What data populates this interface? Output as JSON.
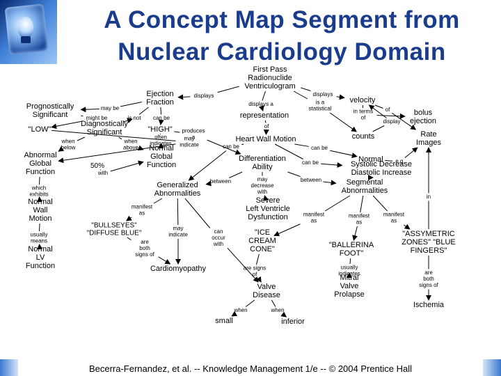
{
  "slide": {
    "title_line1": "A Concept Map Segment from",
    "title_line2": "Nuclear Cardiology Domain",
    "footer": "Becerra-Fernandez, et al. -- Knowledge Management 1/e -- © 2004 Prentice Hall"
  },
  "colors": {
    "title": "#1a3c8c"
  },
  "icons": [
    "lightbulb-logo-icon"
  ],
  "concepts": [
    {
      "id": "fprv",
      "lines": [
        "First Pass",
        "Radionuclide",
        "Ventriculogram"
      ]
    },
    {
      "id": "ef",
      "lines": [
        "Ejection",
        "Fraction"
      ]
    },
    {
      "id": "velocity",
      "lines": [
        "velocity"
      ]
    },
    {
      "id": "bolus",
      "lines": [
        "bolus",
        "ejection"
      ]
    },
    {
      "id": "rate",
      "lines": [
        "Rate",
        "Images"
      ]
    },
    {
      "id": "repr",
      "lines": [
        "representation"
      ]
    },
    {
      "id": "counts",
      "lines": [
        "counts"
      ]
    },
    {
      "id": "prog",
      "lines": [
        "Prognostically",
        "Significant"
      ]
    },
    {
      "id": "low",
      "lines": [
        "\"LOW\""
      ]
    },
    {
      "id": "diag",
      "lines": [
        "Diagnostically",
        "Significant"
      ]
    },
    {
      "id": "high",
      "lines": [
        "\"HIGH\""
      ]
    },
    {
      "id": "hwm",
      "lines": [
        "Heart Wall Motion"
      ]
    },
    {
      "id": "normal",
      "lines": [
        "Normal"
      ]
    },
    {
      "id": "agf",
      "lines": [
        "Abnormal",
        "Global",
        "Function"
      ]
    },
    {
      "id": "ngf",
      "lines": [
        "Normal",
        "Global",
        "Function"
      ]
    },
    {
      "id": "pct50",
      "lines": [
        "50%"
      ]
    },
    {
      "id": "diffab",
      "lines": [
        "Differentiation",
        "Ability"
      ]
    },
    {
      "id": "sysdia",
      "lines": [
        "Systolic Decrease",
        "Diastolic Increase"
      ]
    },
    {
      "id": "genab",
      "lines": [
        "Generalized",
        "Abnormalities"
      ]
    },
    {
      "id": "segab",
      "lines": [
        "Segmental",
        "Abnormalities"
      ]
    },
    {
      "id": "nwm",
      "lines": [
        "Normal",
        "Wall",
        "Motion"
      ]
    },
    {
      "id": "slvd",
      "lines": [
        "Severe",
        "Left Ventricle",
        "Dysfunction"
      ]
    },
    {
      "id": "bulls",
      "lines": [
        "\"BULLSEYES\"",
        "\"DIFFUSE BLUE\""
      ]
    },
    {
      "id": "icecream",
      "lines": [
        "\"ICE",
        "CREAM",
        "CONE\""
      ]
    },
    {
      "id": "ballerina",
      "lines": [
        "\"BALLERINA",
        "FOOT\""
      ]
    },
    {
      "id": "assym",
      "lines": [
        "\"ASSYMETRIC",
        "ZONES\" \"BLUE",
        "FINGERS\""
      ]
    },
    {
      "id": "nlv",
      "lines": [
        "Normal",
        "LV",
        "Function"
      ]
    },
    {
      "id": "cardio",
      "lines": [
        "Cardiomyopathy"
      ]
    },
    {
      "id": "mvp",
      "lines": [
        "Mitral",
        "Valve",
        "Prolapse"
      ]
    },
    {
      "id": "valve",
      "lines": [
        "Valve",
        "Disease"
      ]
    },
    {
      "id": "ischemia",
      "lines": [
        "Ischemia"
      ]
    },
    {
      "id": "small",
      "lines": [
        "small"
      ]
    },
    {
      "id": "inferior",
      "lines": [
        "inferior"
      ]
    }
  ],
  "link_labels": [
    {
      "id": "displays1",
      "lines": [
        "displays"
      ]
    },
    {
      "id": "displays2",
      "lines": [
        "displays"
      ]
    },
    {
      "id": "displaysa",
      "lines": [
        "displays a"
      ]
    },
    {
      "id": "isastat",
      "lines": [
        "is a",
        "statistical"
      ]
    },
    {
      "id": "interms",
      "lines": [
        "in terms",
        "of"
      ]
    },
    {
      "id": "of1",
      "lines": [
        "of"
      ]
    },
    {
      "id": "display3",
      "lines": [
        "display"
      ]
    },
    {
      "id": "eg",
      "lines": [
        "e.g."
      ]
    },
    {
      "id": "maybe",
      "lines": [
        "may be"
      ]
    },
    {
      "id": "mightbe",
      "lines": [
        "might be"
      ]
    },
    {
      "id": "isnot",
      "lines": [
        "is not"
      ]
    },
    {
      "id": "canbe1",
      "lines": [
        "can be"
      ]
    },
    {
      "id": "of2",
      "lines": [
        "of"
      ]
    },
    {
      "id": "produces",
      "lines": [
        "produces",
        "a"
      ]
    },
    {
      "id": "often",
      "lines": [
        "often",
        "indicates"
      ]
    },
    {
      "id": "when1",
      "lines": [
        "when",
        "above"
      ]
    },
    {
      "id": "mayind1",
      "lines": [
        "may",
        "indicate"
      ]
    },
    {
      "id": "when2",
      "lines": [
        "when",
        "below"
      ]
    },
    {
      "id": "canbe2",
      "lines": [
        "can be"
      ]
    },
    {
      "id": "canbe3",
      "lines": [
        "can be"
      ]
    },
    {
      "id": "canbe4",
      "lines": [
        "can be"
      ]
    },
    {
      "id": "with1",
      "lines": [
        "with"
      ]
    },
    {
      "id": "between1",
      "lines": [
        "between"
      ]
    },
    {
      "id": "between2",
      "lines": [
        "between"
      ]
    },
    {
      "id": "maydec",
      "lines": [
        "may",
        "decrease",
        "with"
      ]
    },
    {
      "id": "whichex",
      "lines": [
        "which",
        "exhibits"
      ]
    },
    {
      "id": "manif1",
      "lines": [
        "manifest",
        "as"
      ]
    },
    {
      "id": "manif2",
      "lines": [
        "manifest",
        "as"
      ]
    },
    {
      "id": "manif3",
      "lines": [
        "manifest",
        "as"
      ]
    },
    {
      "id": "manif4",
      "lines": [
        "manifest",
        "as"
      ]
    },
    {
      "id": "mayind2",
      "lines": [
        "may",
        "indicate"
      ]
    },
    {
      "id": "canoccur",
      "lines": [
        "can",
        "occur",
        "with"
      ]
    },
    {
      "id": "usuallymeans",
      "lines": [
        "usually",
        "means"
      ]
    },
    {
      "id": "areboth1",
      "lines": [
        "are",
        "both",
        "signs of"
      ]
    },
    {
      "id": "aresigns",
      "lines": [
        "are signs",
        "of"
      ]
    },
    {
      "id": "usuallyind",
      "lines": [
        "usually",
        "indicates"
      ]
    },
    {
      "id": "areboth2",
      "lines": [
        "are",
        "both",
        "signs of"
      ]
    },
    {
      "id": "in1",
      "lines": [
        "in"
      ]
    },
    {
      "id": "when3",
      "lines": [
        "when"
      ]
    },
    {
      "id": "when4",
      "lines": [
        "when"
      ]
    }
  ]
}
